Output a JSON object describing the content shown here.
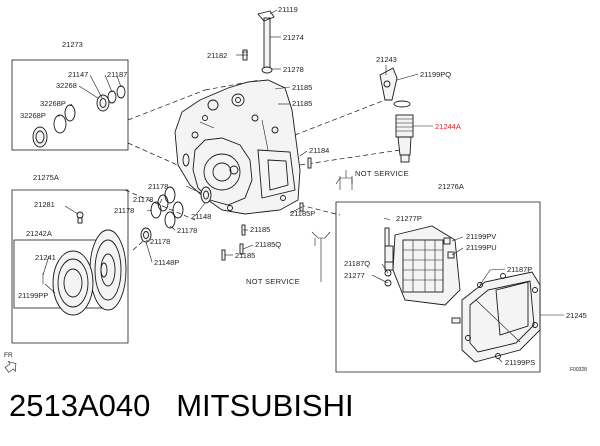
{
  "labels": {
    "p21119": "21119",
    "p21274": "21274",
    "p21182": "21182",
    "p21278": "21278",
    "p21185a": "21185",
    "p21185b": "21185",
    "p21273": "21273",
    "p21147": "21147",
    "p21187a": "21187",
    "p32268a": "32268",
    "p32268p1": "32268P",
    "p32268p2": "32268P",
    "p21243": "21243",
    "p21199pq": "21199PQ",
    "p21244a": "21244A",
    "p21184": "21184",
    "not_service_1": "NOT SERVICE",
    "p21275a": "21275A",
    "p21178a": "21178",
    "p21178b": "21178",
    "p21178c": "21178",
    "p21178d": "21178",
    "p21178e": "21178",
    "p21148": "21148",
    "p21148p": "21148P",
    "p21185p": "21185P",
    "p21185c": "21185",
    "p21185q": "21185Q",
    "p21185d": "21185",
    "p21281": "21281",
    "p21242a": "21242A",
    "p21241": "21241",
    "p21199pp": "21199PP",
    "not_service_2": "NOT SERVICE",
    "p21276a": "21276A",
    "p21277p": "21277P",
    "p21199pv": "21199PV",
    "p21199pu": "21199PU",
    "p21187q": "21187Q",
    "p21277": "21277",
    "p21187p": "21187P",
    "p21245": "21245",
    "p21199ps": "21199PS",
    "fr": "FR",
    "figure_code": "F00328"
  },
  "caption": "2513A040   MITSUBISHI",
  "colors": {
    "line": "#1a1a1a",
    "highlight_label": "#e0202a",
    "background": "#ffffff"
  }
}
